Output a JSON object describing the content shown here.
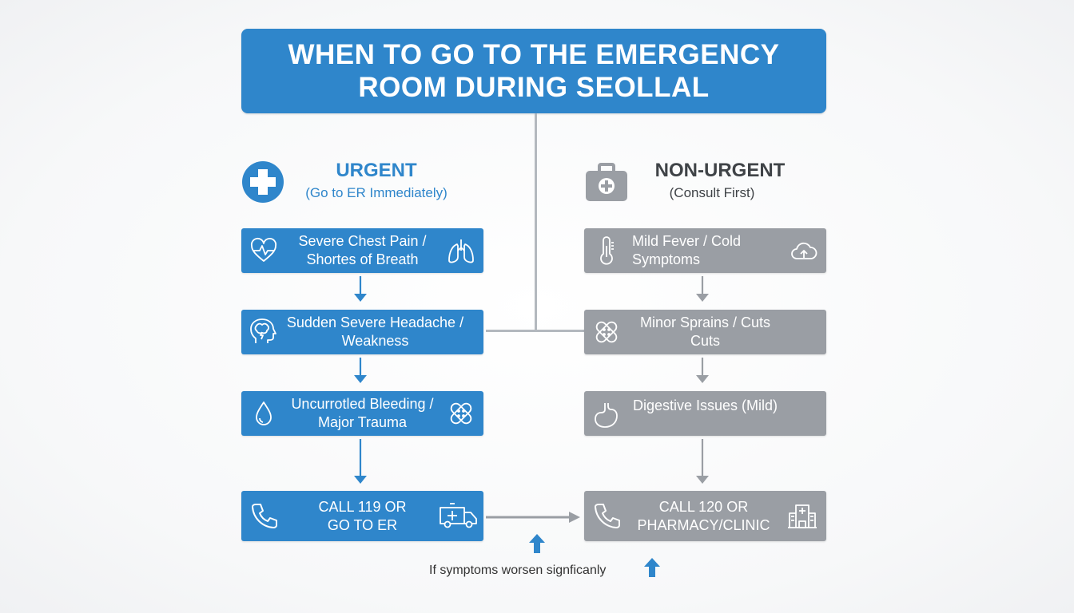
{
  "title": {
    "line1": "WHEN TO GO TO THE EMERGENCY",
    "line2": "ROOM DURING SEOLLAL"
  },
  "colors": {
    "urgent_blue": "#2f86cb",
    "non_urgent_gray": "#9a9ea4",
    "connector": "#b3b8be"
  },
  "urgent": {
    "icon": "medical-cross-icon",
    "heading": "URGENT",
    "subheading": "(Go to ER Immediately)",
    "items": [
      {
        "line1": "Severe Chest Pain /",
        "line2": "Shortes of Breath",
        "icon": "heart-pulse-icon",
        "icon2": "lungs-icon"
      },
      {
        "line1": "Sudden Severe Headache /",
        "line2": "Weakness",
        "icon": "brain-head-icon"
      },
      {
        "line1": "Uncurrotled Bleeding /",
        "line2": "Major Trauma",
        "icon": "blood-drop-icon",
        "icon2": "bandage-icon"
      },
      {
        "line1": "CALL 119 OR",
        "line2": "GO TO ER",
        "icon": "phone-icon",
        "icon2": "ambulance-icon"
      }
    ]
  },
  "non_urgent": {
    "icon": "first-aid-kit-icon",
    "heading": "NON-URGENT",
    "subheading": "(Consult First)",
    "items": [
      {
        "line1": "Mild Fever / Cold",
        "line2": "Symptoms",
        "icon": "thermometer-icon",
        "icon2": "cloud-icon"
      },
      {
        "line1": "Minor Sprains / Cuts",
        "line2": "Cuts",
        "icon": "bandage-icon"
      },
      {
        "line1": "Digestive Issues (Mild)",
        "line2": "",
        "icon": "stomach-icon"
      },
      {
        "line1": "CALL 120 OR",
        "line2": "PHARMACY/CLINIC",
        "icon": "phone-icon",
        "icon2": "hospital-icon"
      }
    ]
  },
  "footer_note": "If symptoms worsen signficanly"
}
